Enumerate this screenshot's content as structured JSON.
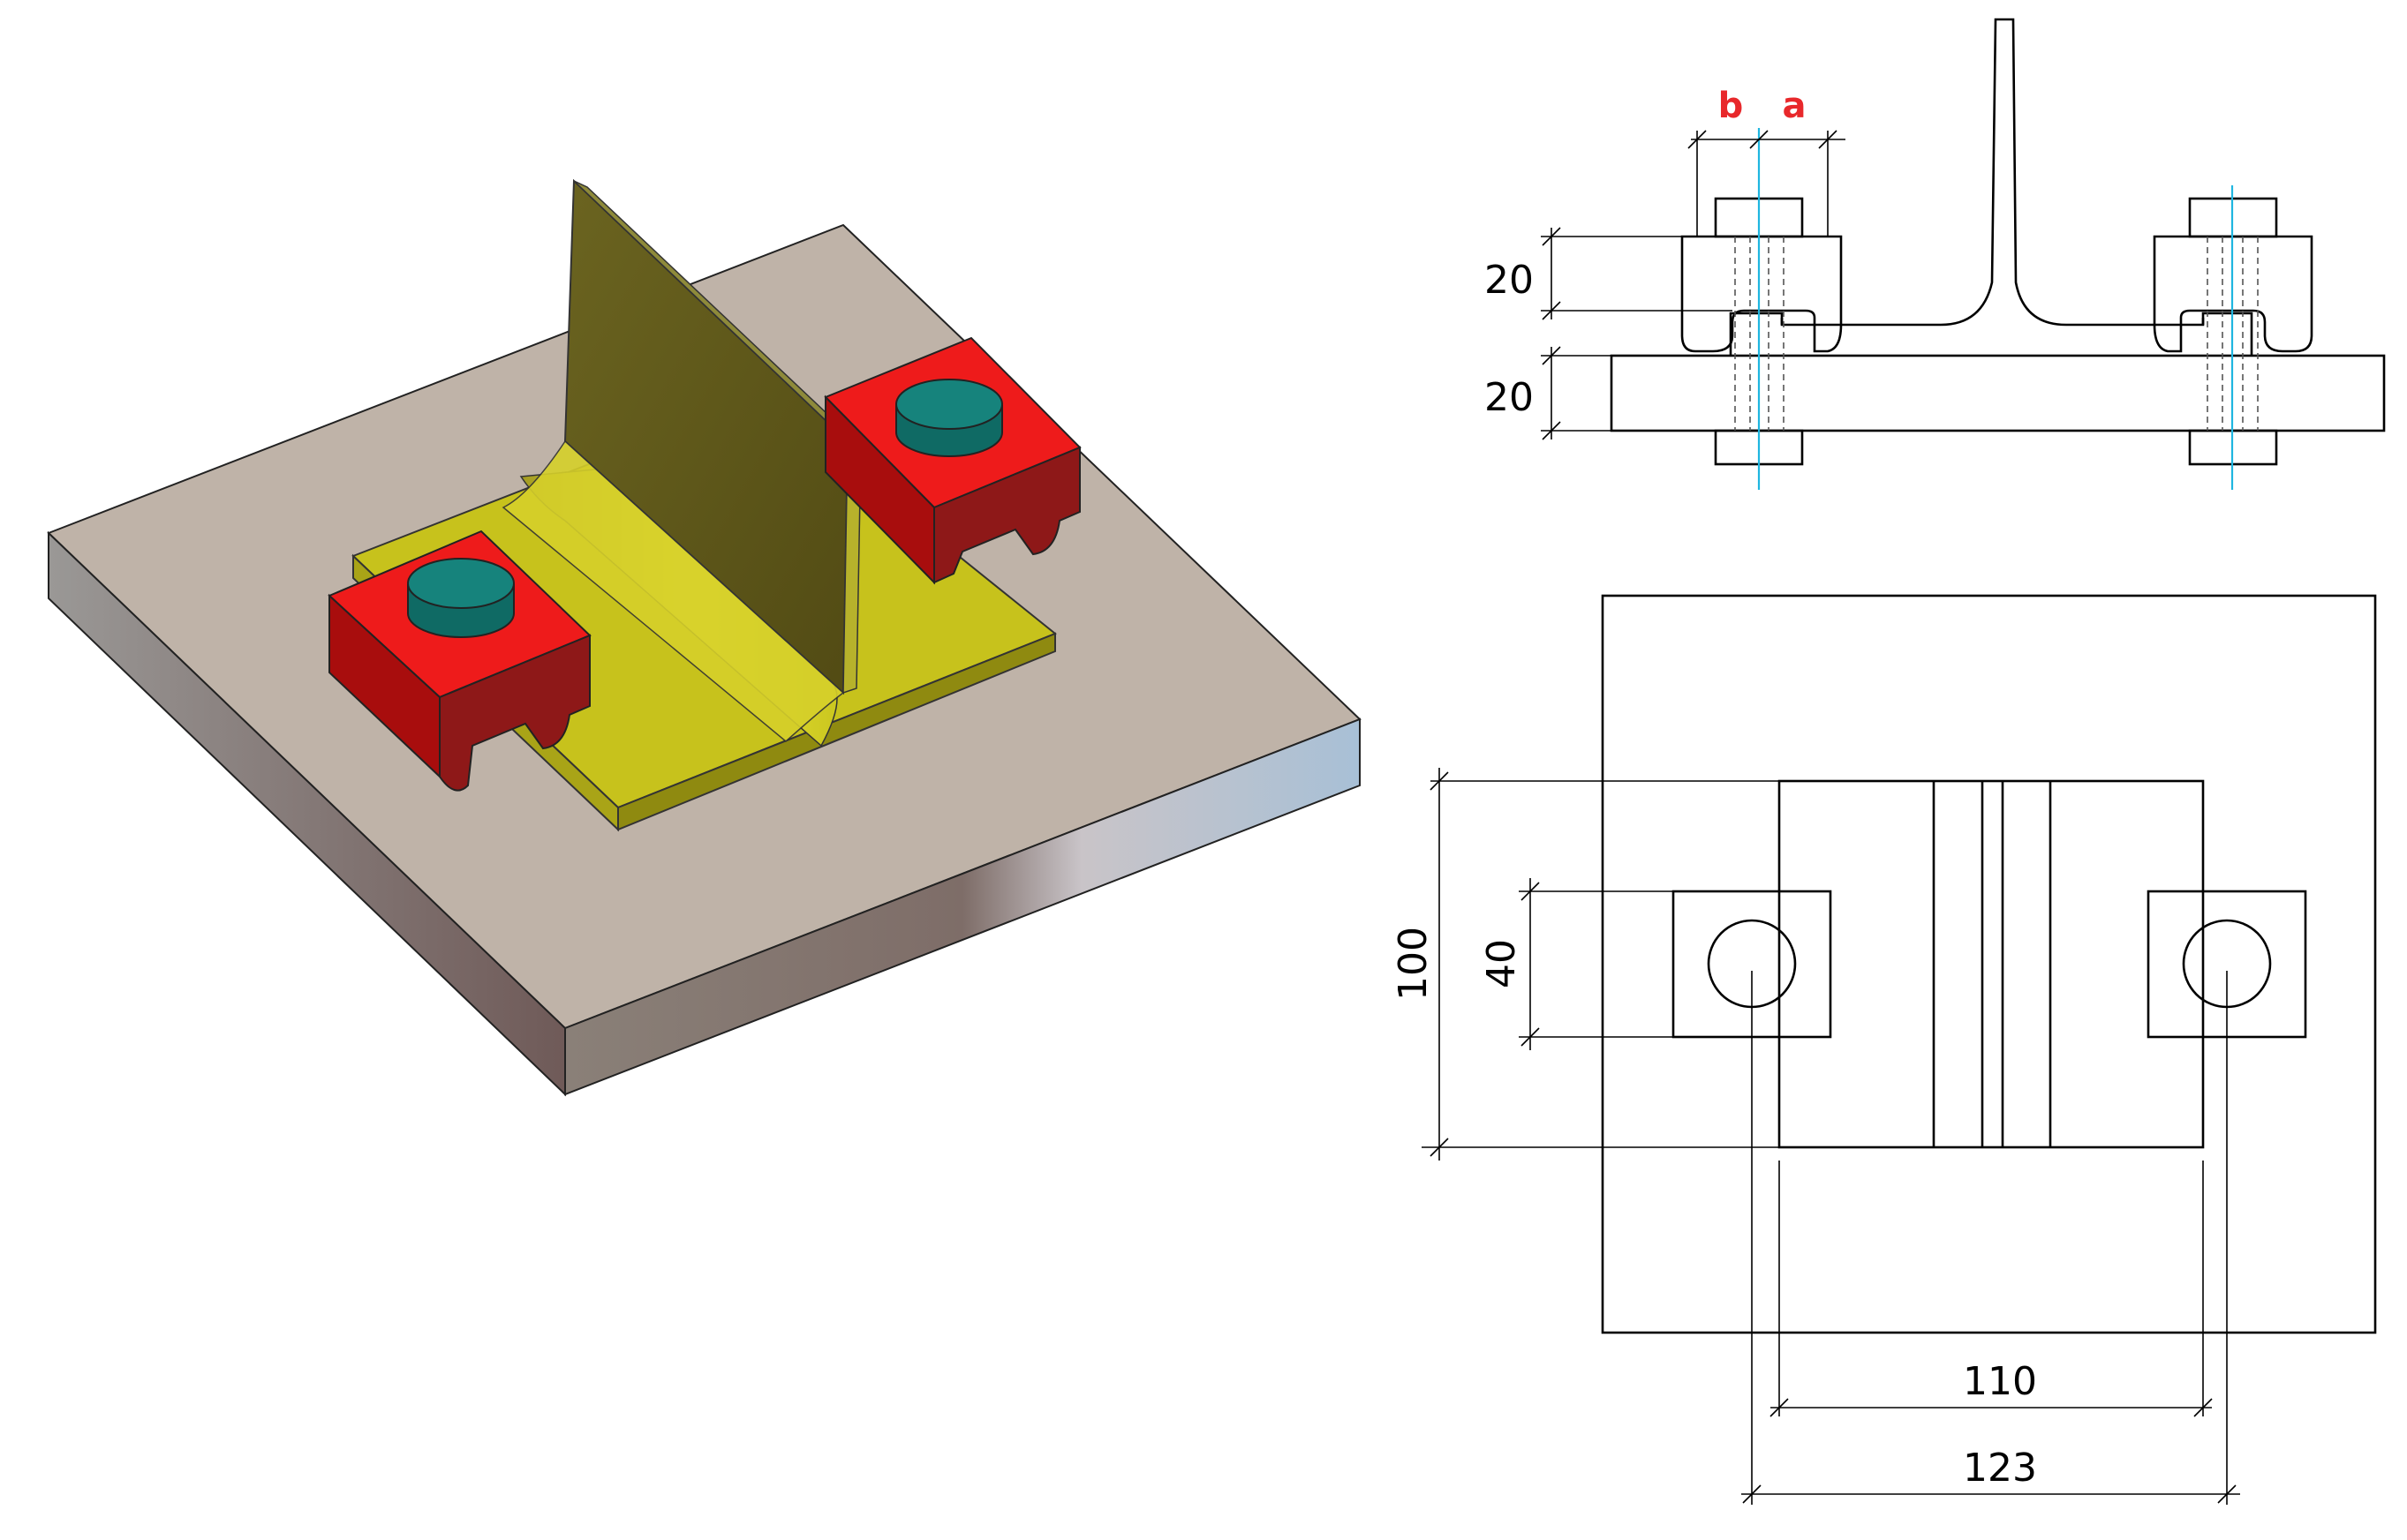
{
  "labels": {
    "b": "b",
    "a": "a",
    "nut_height": "20",
    "plate_thickness": "20",
    "flange_width": "100",
    "clamp_width": "40",
    "flange_length": "110",
    "bolt_spacing": "123"
  },
  "colors": {
    "plate": "#bfb3a8",
    "flange": "#c7c21c",
    "clamp": "#dd1717",
    "bolt": "#16837c",
    "label_red": "#e8282b",
    "axis": "#1fb6e0"
  }
}
